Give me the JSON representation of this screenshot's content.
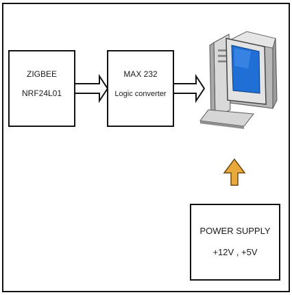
{
  "blocks": {
    "zigbee": {
      "line1": "ZIGBEE",
      "line2": "NRF24L01"
    },
    "max232": {
      "line1": "MAX 232",
      "line2": "Logic converter"
    },
    "power_supply": {
      "line1": "POWER SUPPLY",
      "line2": "+12V , +5V"
    }
  },
  "icons": {
    "computer": "desktop-computer-icon"
  },
  "colors": {
    "frame": "#111111",
    "block_border": "#111111",
    "power_arrow": "#e8a83a",
    "power_arrow_outline": "#6b4a10",
    "monitor_screen": "#1f6fd6",
    "monitor_body": "#dcdcdc"
  }
}
